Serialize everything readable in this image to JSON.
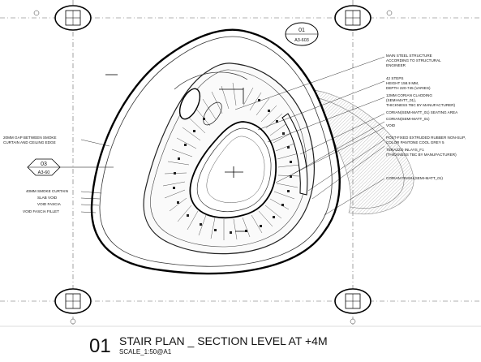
{
  "title": {
    "number": "01",
    "main": "STAIR PLAN _ SECTION LEVEL AT +4M",
    "scale": "SCALE_1:50@A1"
  },
  "callouts": {
    "top": {
      "number": "01",
      "sheet": "A3-603"
    },
    "left": {
      "number": "03",
      "sheet": "A3-60"
    }
  },
  "notes_right": [
    "MAIN STEEL STRUCTURE",
    "ACCORDING TO STRUCTURAL",
    "ENGINEER",
    "42 STEPS",
    "HEIGHT 158.9 MM,",
    "DEPTH 220-745 (VARIES)",
    "12MM CORIAN CLADDING",
    "(SEMI-MATT_01),",
    "THICKNESS TBC BY MANUFACTURER)",
    "CORIAN(SEMI-MATT_01) SEATING AREA",
    "CORIAN(SEMI-MATT_01)",
    "VOID",
    "POST-FIXED EXTRUDED RUBBER NON-SLIP,",
    "COLOR PANTONE COOL GREY 5",
    "TERAZZO INLAYS_F1",
    "(THICKNESS TBC BY MANUFACTURER)",
    "CORIAN FINISH(SEMI-MATT_01)"
  ],
  "notes_left": [
    "20MM GAP BETWEEN SMOKE",
    "CURTAIN AND CEILING EDGE",
    "40MM SMOKE CURTAIN",
    "SLAB VOID",
    "VOID FASCIA",
    "VOID FASCIA FILLET"
  ]
}
